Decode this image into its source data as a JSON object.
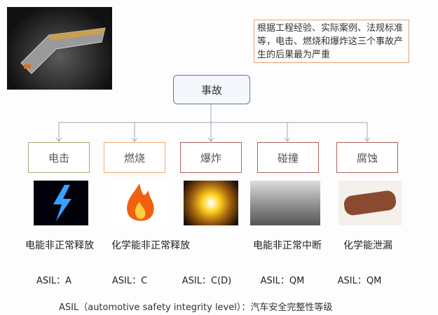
{
  "note": "根据工程经验、实际案例、法规标准等，电击、燃烧和爆炸这三个事故产生的后果最为严重",
  "root": "事故",
  "categories": [
    {
      "label": "电击",
      "border": "#9cb070",
      "outcome": "电能非正常释放",
      "asil": "ASIL：A"
    },
    {
      "label": "燃烧",
      "border": "#f0b070",
      "outcome": "化学能非正常释放",
      "asil": "ASIL：C"
    },
    {
      "label": "爆炸",
      "border": "#b06060",
      "outcome": "",
      "asil": "ASIL：C(D)"
    },
    {
      "label": "碰撞",
      "border": "#b06060",
      "outcome": "电能非正常中断",
      "asil": "ASIL：QM"
    },
    {
      "label": "腐蚀",
      "border": "#b06060",
      "outcome": "化学能泄漏",
      "asil": "ASIL：QM"
    }
  ],
  "footnote": "ASIL（automotive safety integrity level）：汽车安全完整性等级"
}
